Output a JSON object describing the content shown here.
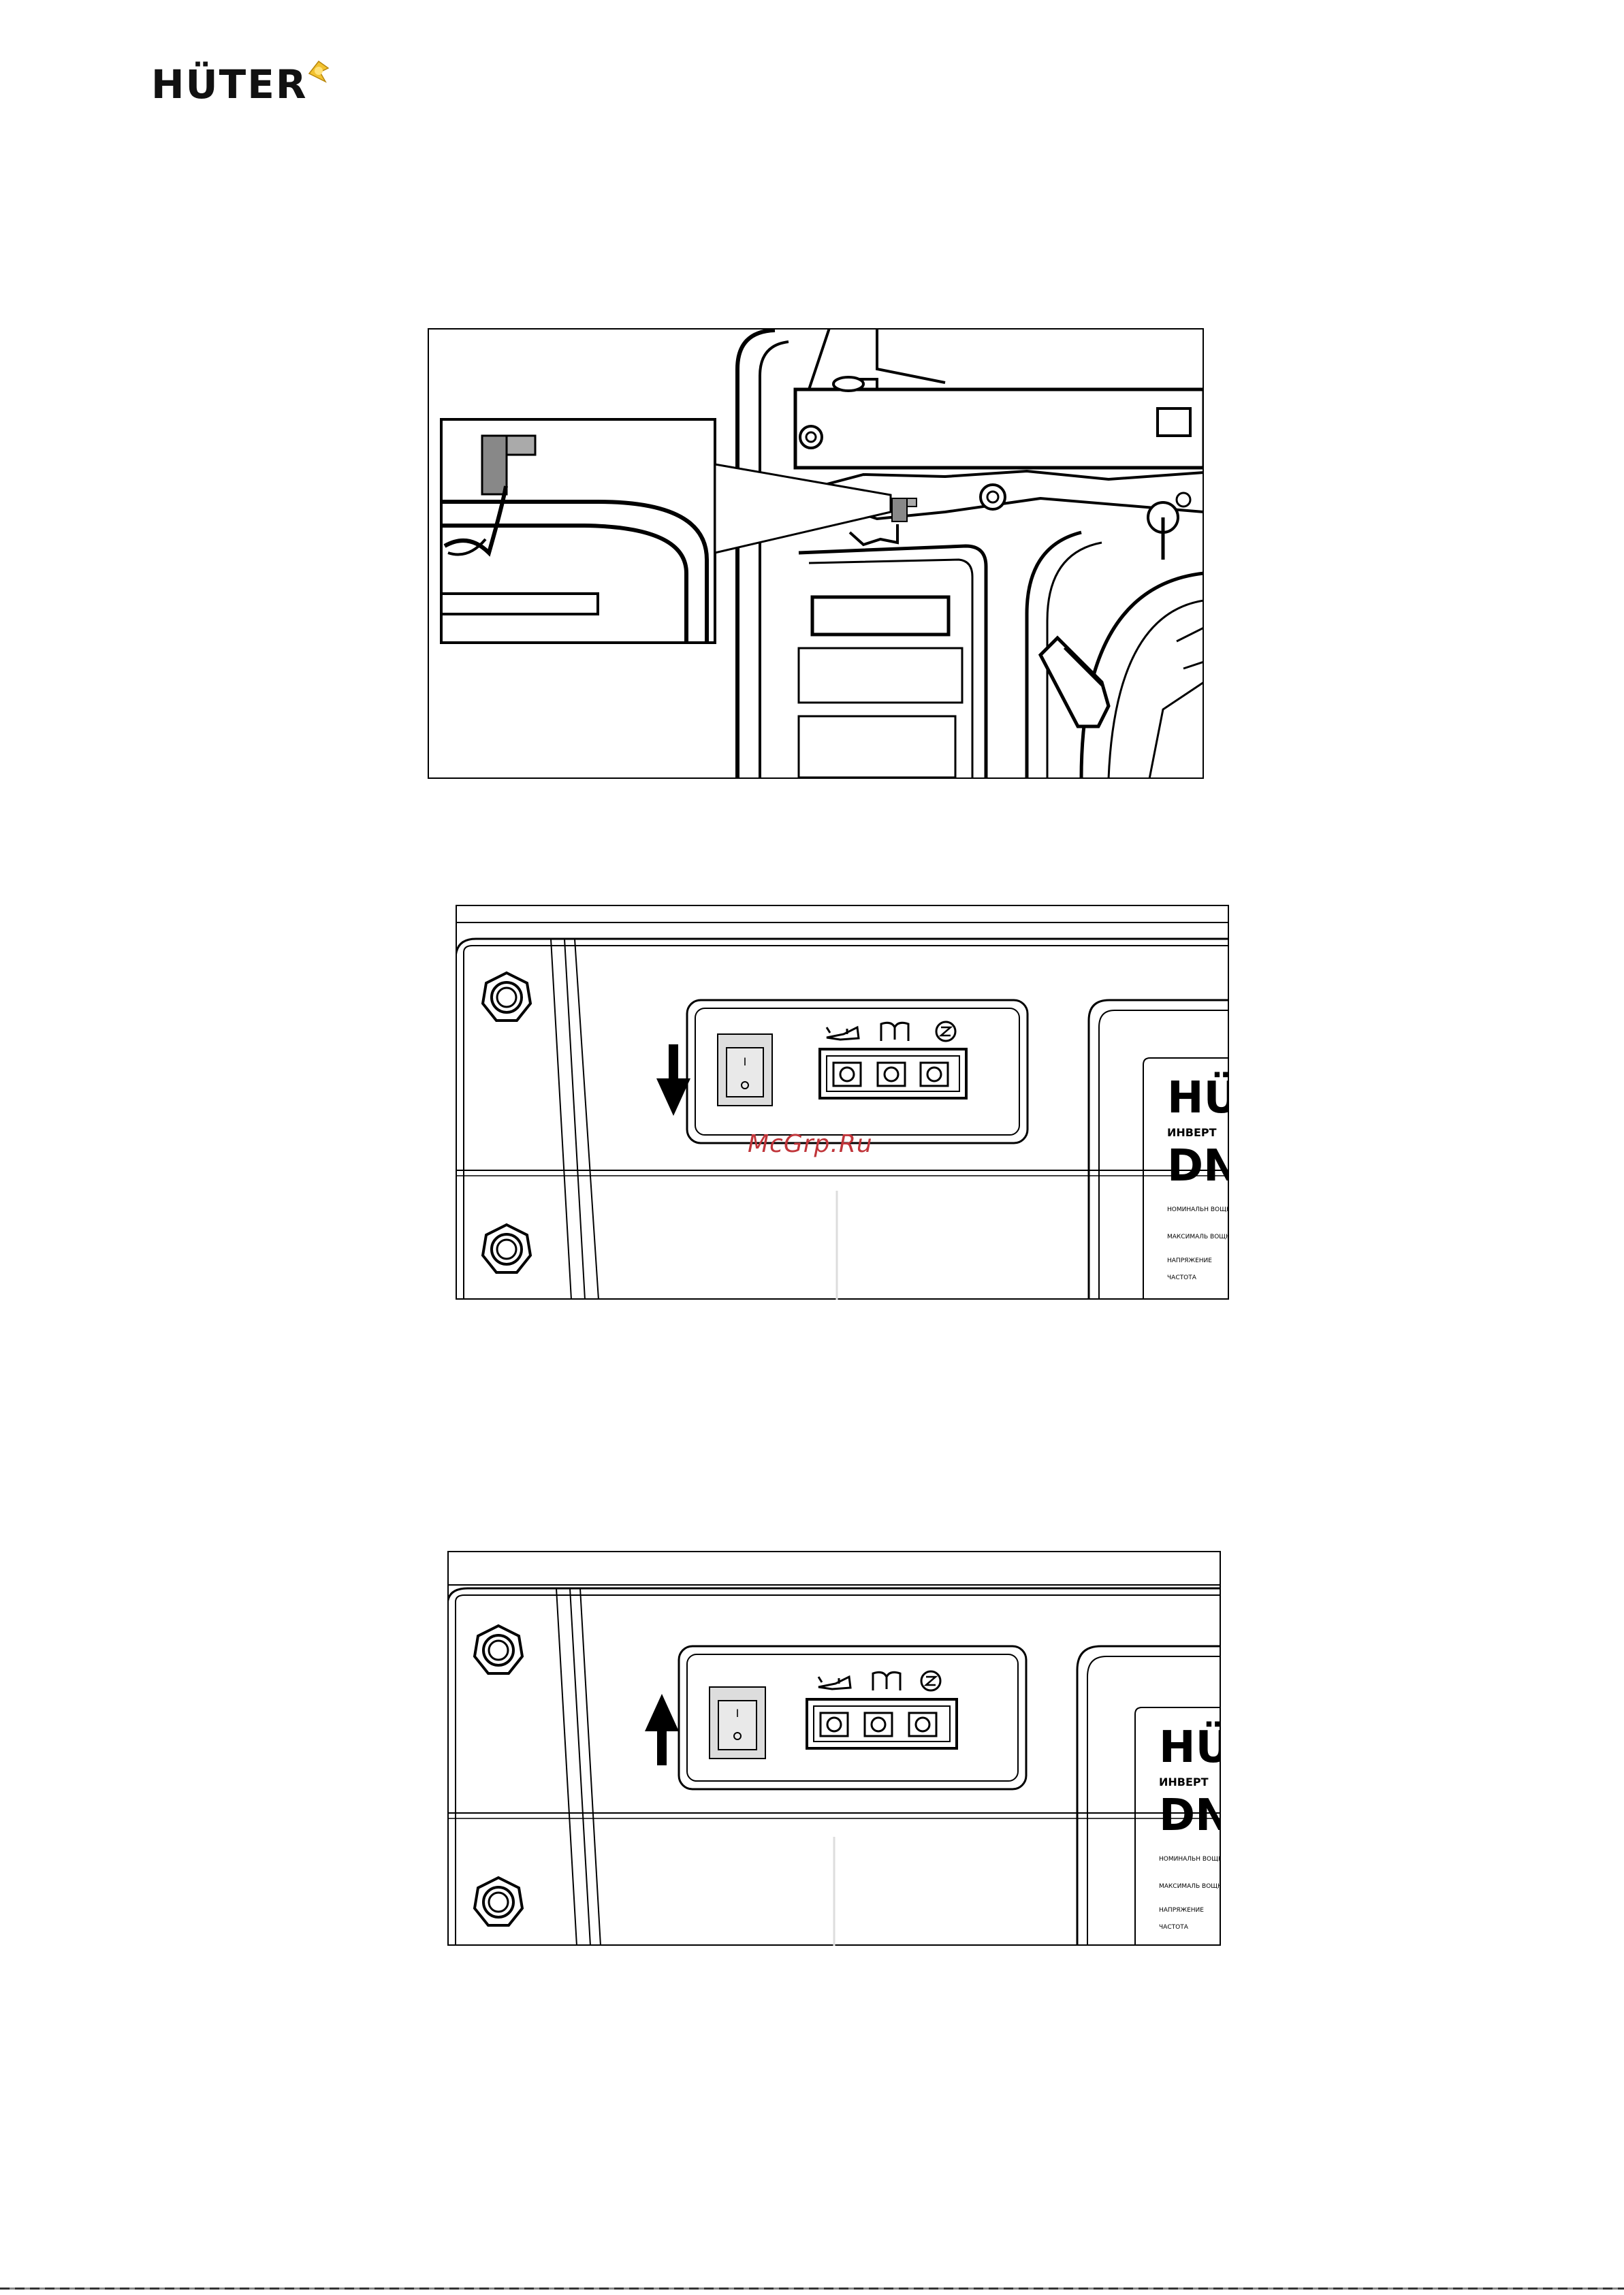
{
  "header": {
    "logo_text": "HÜTER",
    "logo_accent_color": "#f2c230"
  },
  "watermark": {
    "text": "McGrp.Ru"
  },
  "panel": {
    "switch_on_symbol": "I",
    "switch_off_symbol": "O",
    "indicator_icons": [
      "oil-can-icon",
      "manual-book-icon",
      "overload-circle-icon"
    ],
    "label_brand": "HÜ",
    "label_line1": "ИНВЕРТ",
    "label_model": "DN",
    "label_spec1": "НОМИНАЛЬН ВОЩНОСТЬ",
    "label_spec2": "МАКСИМАЛЬ ВОЩНОСТЬ",
    "label_spec3": "НАПРЯЖЕНИЕ",
    "label_spec4": "ЧАСТОТА"
  },
  "figures": [
    {
      "id": "fuel-valve-figure",
      "description_icon": "fuel-valve-lever-icon"
    },
    {
      "id": "switch-off-figure",
      "arrow": "down"
    },
    {
      "id": "switch-on-figure",
      "arrow": "up"
    }
  ]
}
